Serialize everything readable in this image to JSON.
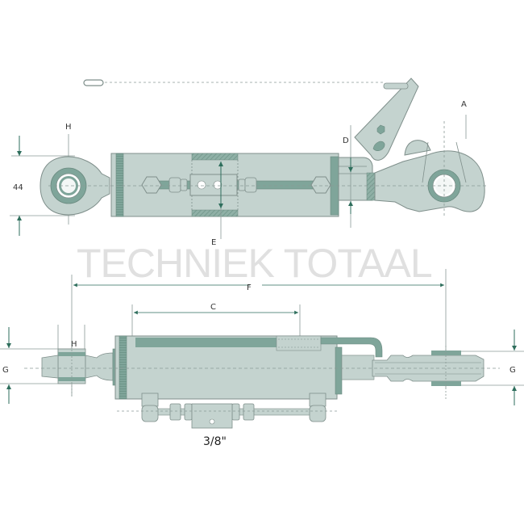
{
  "watermark": "TECHNIEK TOTAAL",
  "colors": {
    "body_fill": "#c4d3cf",
    "body_stroke": "#7f8f8b",
    "dark_teal": "#7fa59a",
    "arrow_teal": "#2e6e5c",
    "dim_line": "#8a9a96",
    "watermark": "#e0e0e0"
  },
  "top_view": {
    "labels": {
      "height_dim": "44",
      "h": "H",
      "a": "A",
      "d": "D",
      "e": "E"
    }
  },
  "side_view": {
    "labels": {
      "f": "F",
      "c": "C",
      "g_left": "G",
      "g_right": "G",
      "h": "H",
      "port_size": "3/8\""
    }
  }
}
